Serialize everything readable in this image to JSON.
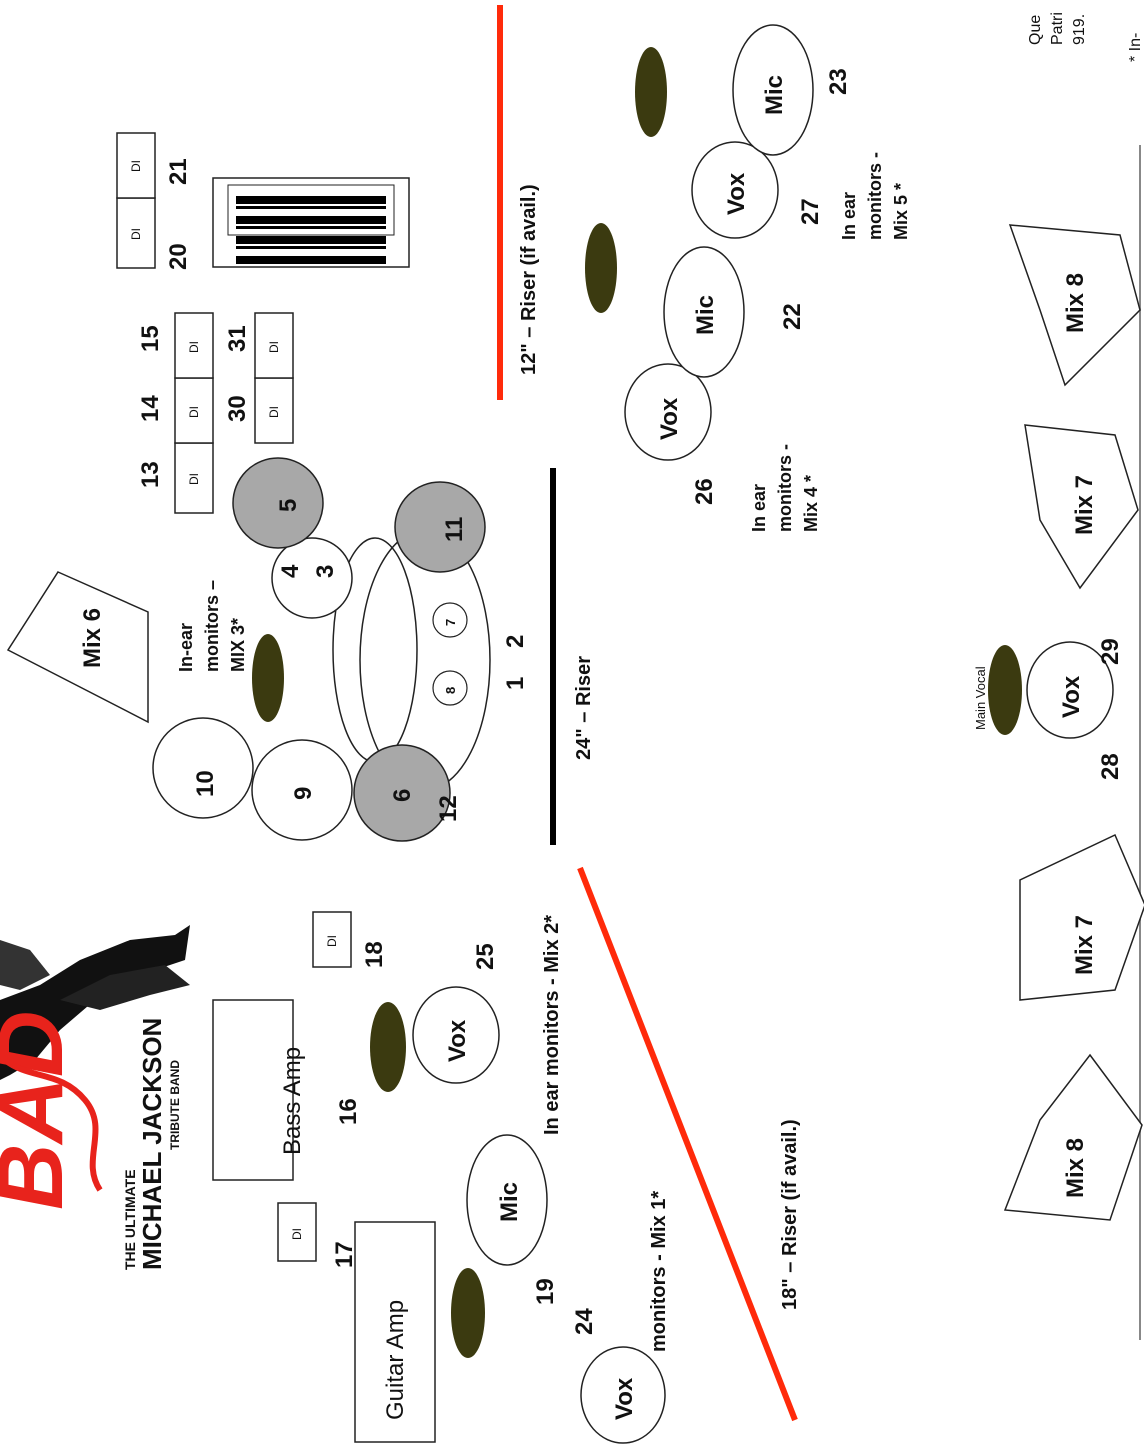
{
  "logo": {
    "art_text": "BAD",
    "line1": "THE ULTIMATE",
    "line2": "MICHAEL JACKSON",
    "line3": "TRIBUTE BAND"
  },
  "header_snippet": {
    "line1": "Que",
    "line2": "Patri",
    "line3": "919.",
    "footnote": "* In-"
  },
  "risers": {
    "r12": "12\" – Riser (if avail.)",
    "r24": "24\" – Riser",
    "r18": "18\" – Riser (if avail.)"
  },
  "labels": {
    "di": "DI",
    "vox": "Vox",
    "mic": "Mic",
    "main_vocal": "Main Vocal",
    "guitar_amp": "Guitar Amp",
    "bass_amp": "Bass Amp",
    "mix6": "Mix 6",
    "mix7": "Mix 7",
    "mix8": "Mix 8",
    "iem_mix1": "monitors - Mix 1*",
    "iem_mix2": "In ear monitors - Mix 2*",
    "iem_mix3_a": "In-ear",
    "iem_mix3_b": "monitors –",
    "iem_mix3_c": "MIX 3*",
    "iem_mix4_a": "In ear",
    "iem_mix4_b": "monitors -",
    "iem_mix4_c": "Mix 4 *",
    "iem_mix5_a": "In ear",
    "iem_mix5_b": "monitors -",
    "iem_mix5_c": "Mix 5 *"
  },
  "numbers": {
    "n1": "1",
    "n2": "2",
    "n3": "3",
    "n4": "4",
    "n5": "5",
    "n6": "6",
    "n7": "7",
    "n8": "8",
    "n9": "9",
    "n10": "10",
    "n11": "11",
    "n12": "12",
    "n13": "13",
    "n14": "14",
    "n15": "15",
    "n16": "16",
    "n17": "17",
    "n18": "18",
    "n19": "19",
    "n20": "20",
    "n21": "21",
    "n22": "22",
    "n23": "23",
    "n24": "24",
    "n25": "25",
    "n26": "26",
    "n27": "27",
    "n28": "28",
    "n29": "29",
    "n30": "30",
    "n31": "31"
  },
  "colors": {
    "riser_red": "#ff2a0a",
    "riser_black": "#000000",
    "drum_grey": "#a8a8a8",
    "monitor_olive": "#3b3a10",
    "logo_red": "#e8231c"
  }
}
